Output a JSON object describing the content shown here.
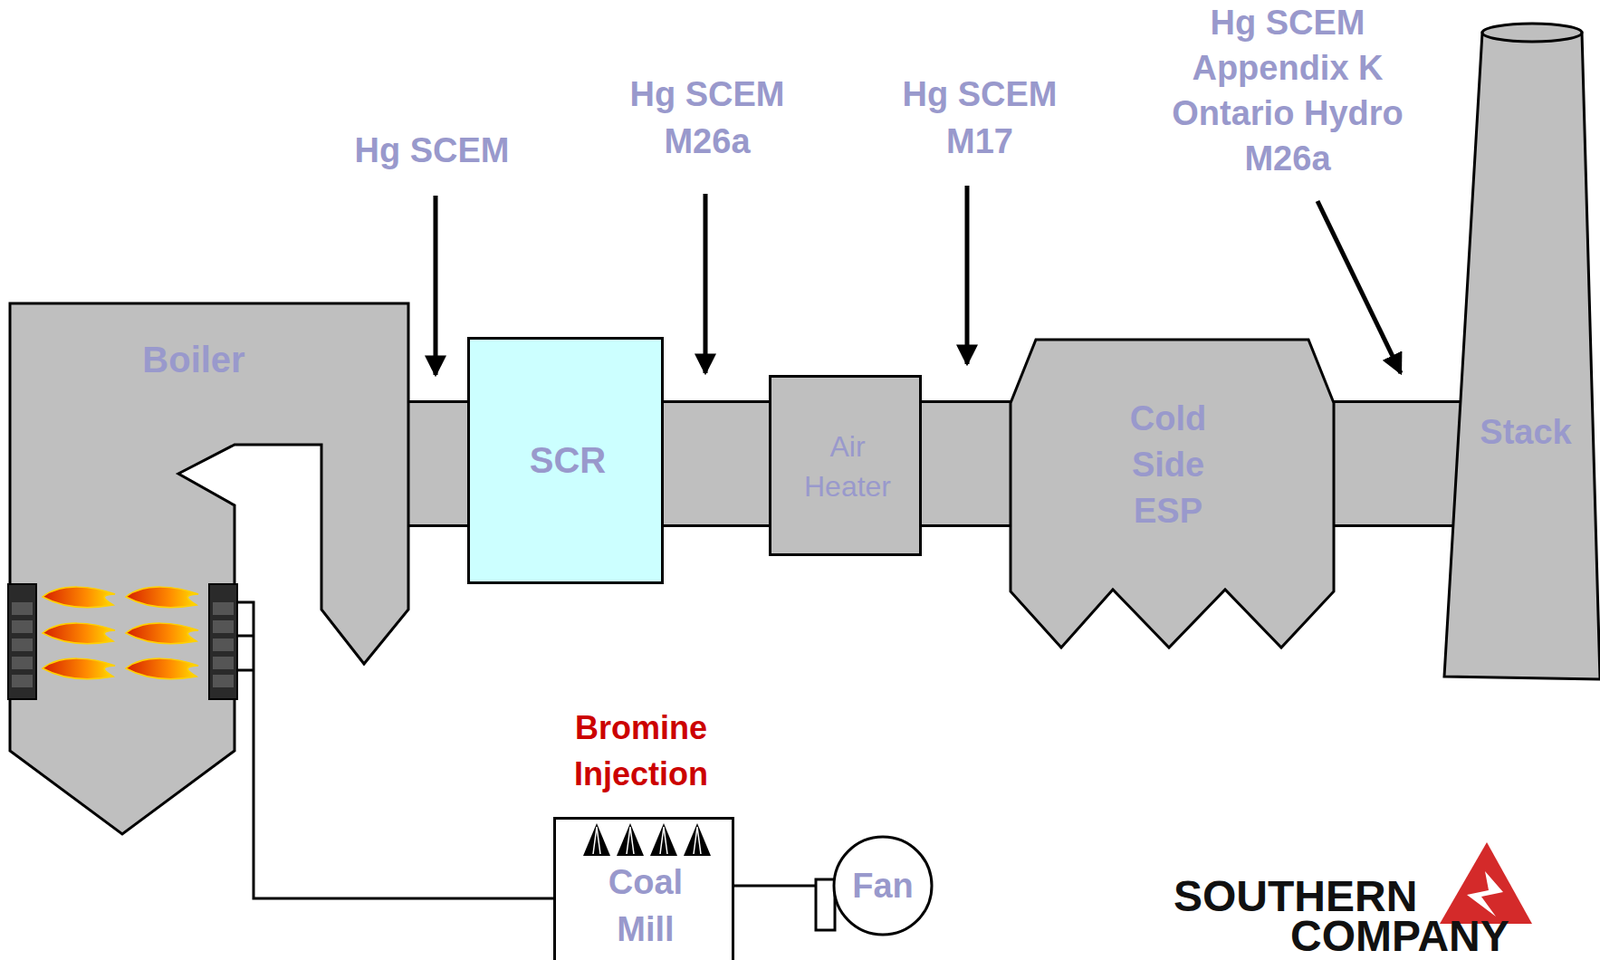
{
  "diagram": {
    "nodes": [
      {
        "text": [
          "Boiler"
        ]
      },
      {
        "text": [
          "SCR"
        ]
      },
      {
        "text": [
          "Air Heater"
        ]
      },
      {
        "text": [
          "Cold Side ESP"
        ]
      },
      {
        "text": [
          "Stack"
        ]
      },
      {
        "text": [
          "Coal Mill"
        ]
      },
      {
        "text": [
          "Fan"
        ]
      }
    ],
    "edges": [
      {
        "from": 0,
        "to": 1,
        "arrow": "none"
      },
      {
        "from": 1,
        "to": 2,
        "arrow": "none"
      },
      {
        "from": 2,
        "to": 3,
        "arrow": "none"
      },
      {
        "from": 3,
        "to": 4,
        "arrow": "none"
      },
      {
        "from": 6,
        "to": 5,
        "arrow": "none"
      },
      {
        "from": 5,
        "to": 0,
        "arrow": "none"
      }
    ],
    "labels": [
      "Hg SCEM",
      "Hg SCEM M26a",
      "Hg SCEM M17",
      "Hg SCEM Appendix K Ontario Hydro M26a",
      "Bromine Injection",
      "SOUTHERN",
      "COMPANY"
    ]
  }
}
